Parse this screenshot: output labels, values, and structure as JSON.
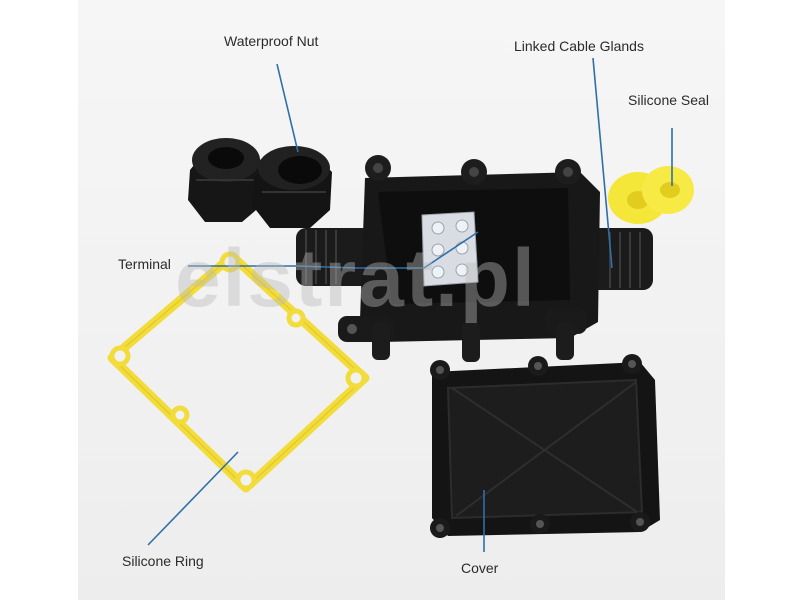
{
  "labels": {
    "waterproof_nut": "Waterproof Nut",
    "linked_cable_glands": "Linked Cable Glands",
    "silicone_seal": "Silicone Seal",
    "terminal": "Terminal",
    "silicone_ring": "Silicone Ring",
    "cover": "Cover"
  },
  "watermark": "elstrat.pl",
  "colors": {
    "background": "#ffffff",
    "housing": "#1a1a1a",
    "gasket": "#f2dc3c",
    "seal": "#f5e63a",
    "terminal": "#d9dde3",
    "leader_line": "#2f6fa8"
  }
}
